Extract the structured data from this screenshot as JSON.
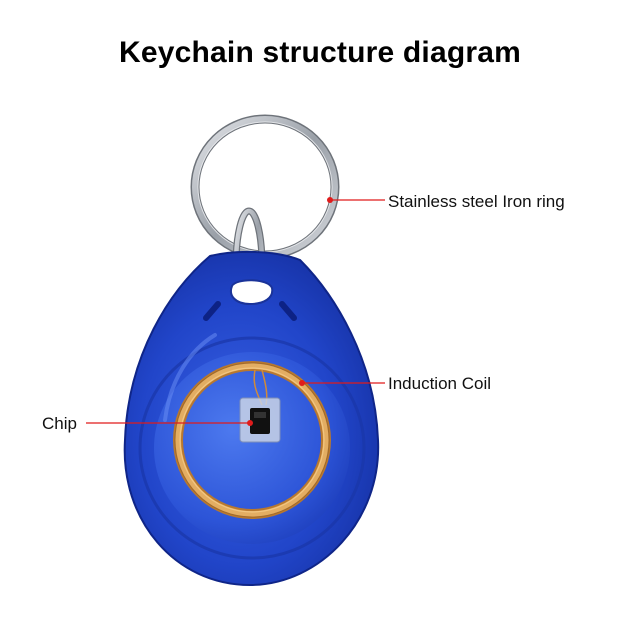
{
  "title": "Keychain structure diagram",
  "callouts": {
    "ring": "Stainless steel Iron ring",
    "coil": "Induction Coil",
    "chip": "Chip"
  },
  "colors": {
    "fob_blue": "#2145c9",
    "fob_blue_dark": "#10289a",
    "coil_copper": "#d99a4a",
    "ring_steel": "#b8bcc2",
    "leader_line": "#e01b1b",
    "chip_black": "#111111"
  }
}
